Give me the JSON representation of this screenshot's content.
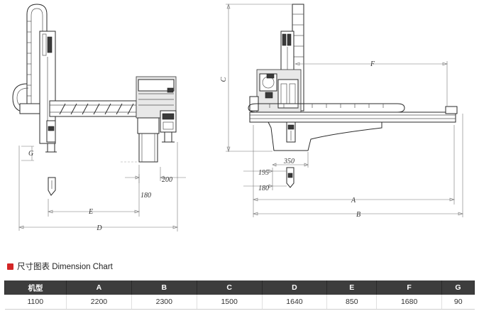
{
  "section": {
    "title": "尺寸图表 Dimension Chart",
    "accent_color": "#d32626",
    "header_bg": "#3d3d3d"
  },
  "table": {
    "headers": [
      "机型",
      "A",
      "B",
      "C",
      "D",
      "E",
      "F",
      "G"
    ],
    "rows": [
      [
        "1100",
        "2200",
        "2300",
        "1500",
        "1640",
        "850",
        "1680",
        "90"
      ]
    ]
  },
  "drawing": {
    "labels": {
      "A": "A",
      "B": "B",
      "C": "C",
      "D": "D",
      "E": "E",
      "F": "F",
      "G": "G",
      "d200": "200",
      "d180_left": "180",
      "d350": "350",
      "d195": "195",
      "d180_right": "180"
    }
  }
}
